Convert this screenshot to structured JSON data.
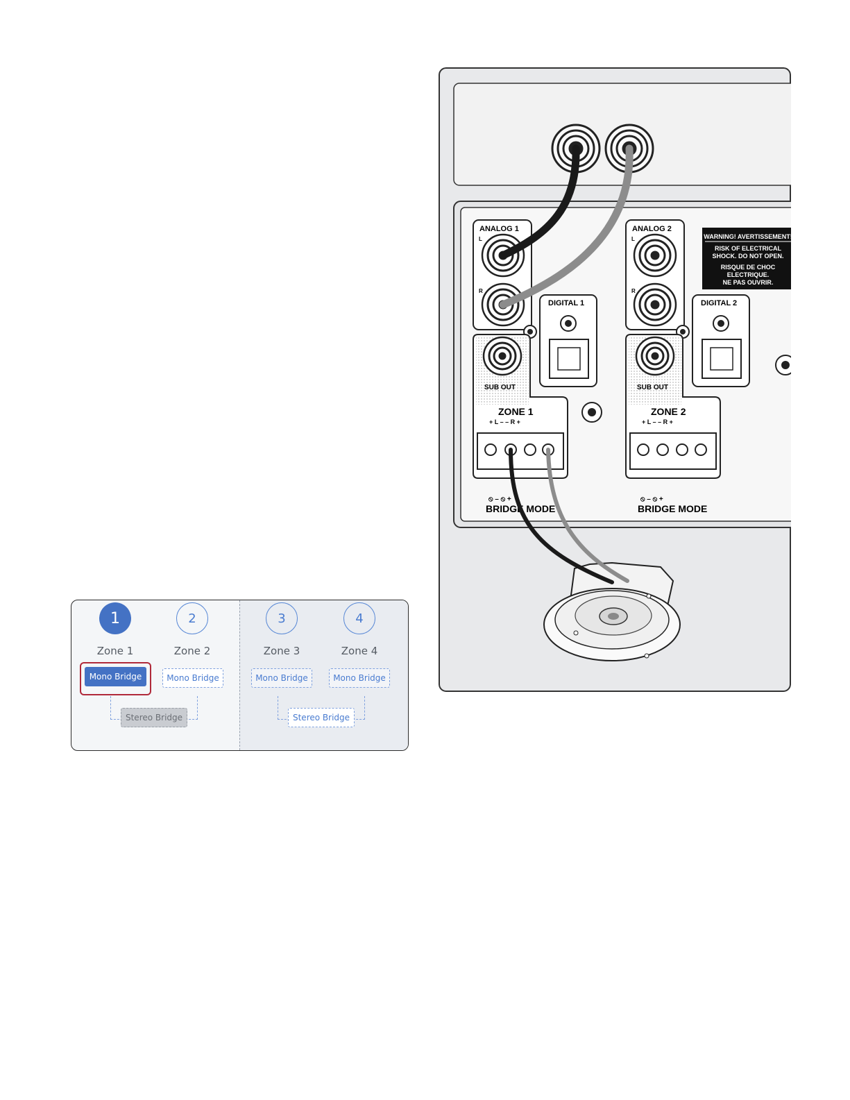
{
  "zone_selector": {
    "zones": [
      {
        "number": "1",
        "label": "Zone 1",
        "bridge": "Mono Bridge",
        "state": "active"
      },
      {
        "number": "2",
        "label": "Zone 2",
        "bridge": "Mono Bridge",
        "state": "idle"
      },
      {
        "number": "3",
        "label": "Zone 3",
        "bridge": "Mono Bridge",
        "state": "idle"
      },
      {
        "number": "4",
        "label": "Zone 4",
        "bridge": "Mono Bridge",
        "state": "idle"
      }
    ],
    "stereo_bridges": [
      {
        "label": "Stereo Bridge",
        "state": "disabled"
      },
      {
        "label": "Stereo Bridge",
        "state": "idle"
      }
    ],
    "colors": {
      "accent": "#4472c4",
      "highlight": "#b0293a"
    }
  },
  "device": {
    "analog1": "ANALOG 1",
    "analog2": "ANALOG 2",
    "digital1": "DIGITAL 1",
    "digital2": "DIGITAL 2",
    "sub_out": "SUB OUT",
    "zone1": "ZONE 1",
    "zone2": "ZONE 2",
    "lr_marks": "+ L –   – R +",
    "ch_left": "L",
    "ch_right": "R",
    "bridge_mode": "BRIDGE MODE",
    "bridge_marks": "⦸  –  ⦸  +",
    "warning": {
      "title": "WARNING! AVERTISSEMENT!",
      "line1": "RISK OF ELECTRICAL",
      "line2": "SHOCK. DO NOT OPEN.",
      "line3": "RISQUE DE CHOC",
      "line4": "ELECTRIQUE.",
      "line5": "NE PAS OUVRIR."
    }
  }
}
